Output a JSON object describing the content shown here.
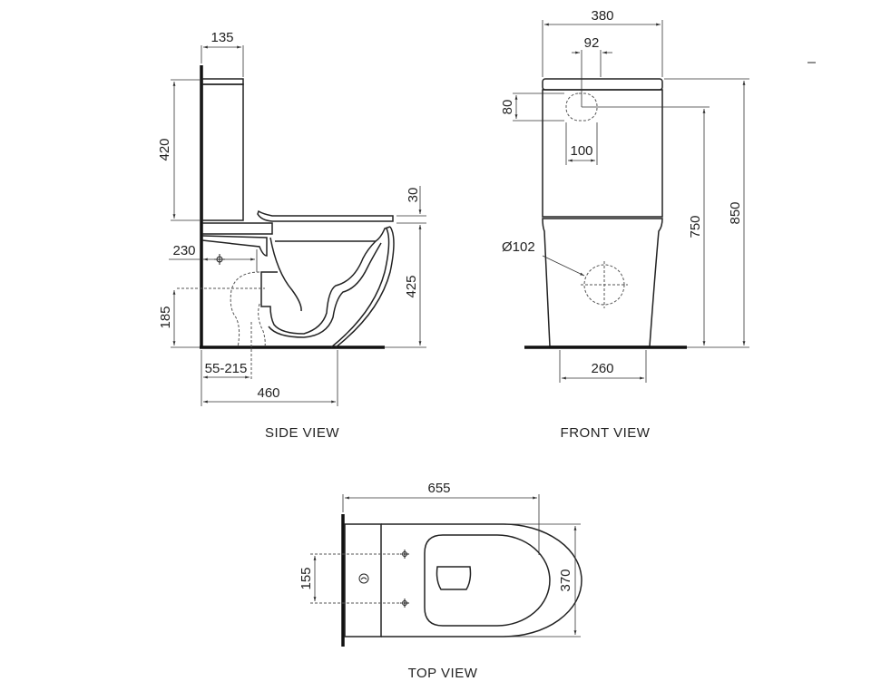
{
  "views": {
    "side": {
      "caption": "SIDE VIEW",
      "dimensions": {
        "tank_depth": "135",
        "tank_height": "420",
        "seat_thickness": "30",
        "bowl_height": "425",
        "inlet_offset": "230",
        "outlet_height": "185",
        "outlet_range": "55-215",
        "depth": "460"
      }
    },
    "front": {
      "caption": "FRONT VIEW",
      "dimensions": {
        "width": "380",
        "button_offset": "92",
        "button_height": "80",
        "button_width": "100",
        "outlet_diameter": "Ø102",
        "seat_height": "750",
        "total_height": "850",
        "base_width": "260"
      }
    },
    "top": {
      "caption": "TOP VIEW",
      "dimensions": {
        "length": "655",
        "fixing_spacing": "155",
        "width": "370"
      }
    }
  }
}
